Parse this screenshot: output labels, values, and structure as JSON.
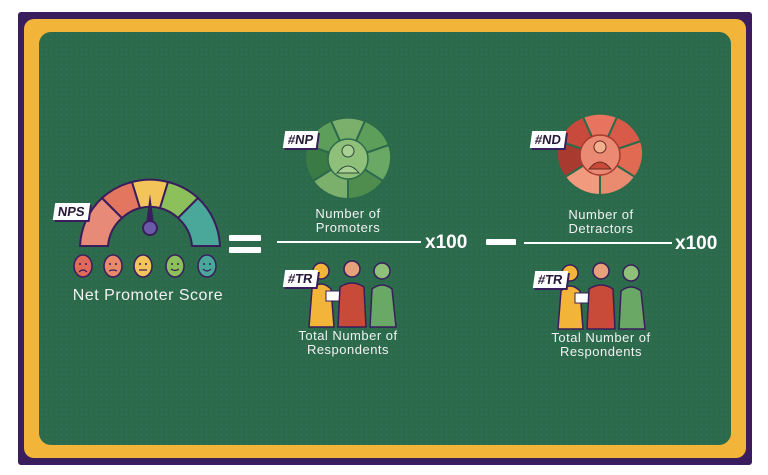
{
  "left": {
    "tag": "NPS",
    "title": "Net Promoter Score"
  },
  "promoters_term": {
    "numerator_tag": "#NP",
    "numerator_line1": "Number of",
    "numerator_line2": "Promoters",
    "denominator_tag": "#TR",
    "denominator_line1": "Total Number of",
    "denominator_line2": "Respondents",
    "multiplier": "x100"
  },
  "detractors_term": {
    "numerator_tag": "#ND",
    "numerator_line1": "Number of",
    "numerator_line2": "Detractors",
    "denominator_tag": "#TR",
    "denominator_line1": "Total Number of",
    "denominator_line2": "Respondents",
    "multiplier": "x100"
  },
  "operators": {
    "equals": "=",
    "minus": "−"
  },
  "colors": {
    "board": "#2c6a4c",
    "border": "#f2b53a",
    "frame": "#3a1d5c",
    "promoter_green": "#5d9e5a",
    "detractor_red": "#d85a48"
  }
}
